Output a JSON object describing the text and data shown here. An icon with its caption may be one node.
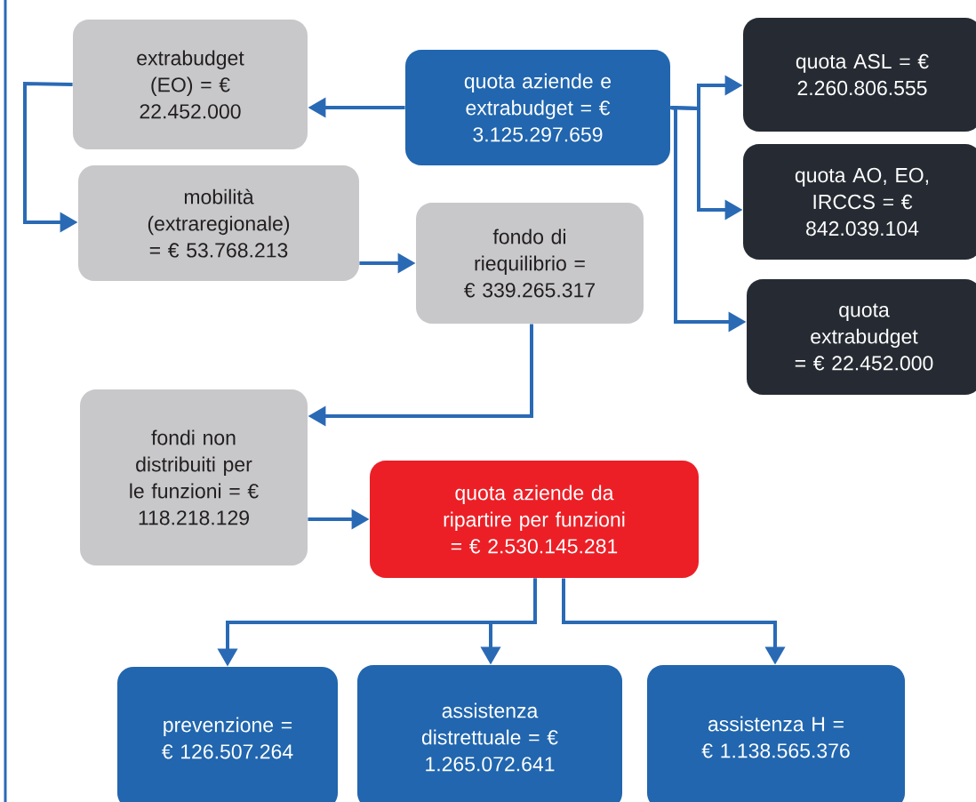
{
  "diagram": {
    "nodes": [
      {
        "text": [
          "extrabudget (EO) = € 22.452.000"
        ]
      },
      {
        "text": [
          "quota aziende e extrabudget = € 3.125.297.659"
        ]
      },
      {
        "text": [
          "quota ASL = € 2.260.806.555"
        ]
      },
      {
        "text": [
          "mobilità (extraregionale) = € 53.768.213"
        ]
      },
      {
        "text": [
          "quota AO, EO, IRCCS = € 842.039.104"
        ]
      },
      {
        "text": [
          "fondo di riequilibrio = € 339.265.317"
        ]
      },
      {
        "text": [
          "quota extrabudget = € 22.452.000"
        ]
      },
      {
        "text": [
          "fondi non distribuiti per le funzioni = € 118.218.129"
        ]
      },
      {
        "text": [
          "quota aziende da ripartire per funzioni = € 2.530.145.281"
        ]
      },
      {
        "text": [
          "prevenzione = € 126.507.264"
        ]
      },
      {
        "text": [
          "assistenza distrettuale = € 1.265.072.641"
        ]
      },
      {
        "text": [
          "assistenza H = € 1.138.565.376"
        ]
      }
    ],
    "edges": [
      {
        "from": 1,
        "to": 0,
        "arrow": "to"
      },
      {
        "from": 1,
        "to": 2,
        "arrow": "to"
      },
      {
        "from": 1,
        "to": 4,
        "arrow": "to"
      },
      {
        "from": 1,
        "to": 6,
        "arrow": "to"
      },
      {
        "from": 0,
        "to": 3,
        "arrow": "to"
      },
      {
        "from": 3,
        "to": 5,
        "arrow": "to"
      },
      {
        "from": 5,
        "to": 7,
        "arrow": "to"
      },
      {
        "from": 7,
        "to": 8,
        "arrow": "to"
      },
      {
        "from": 8,
        "to": 9,
        "arrow": "to"
      },
      {
        "from": 8,
        "to": 10,
        "arrow": "to"
      },
      {
        "from": 8,
        "to": 11,
        "arrow": "to"
      }
    ]
  }
}
